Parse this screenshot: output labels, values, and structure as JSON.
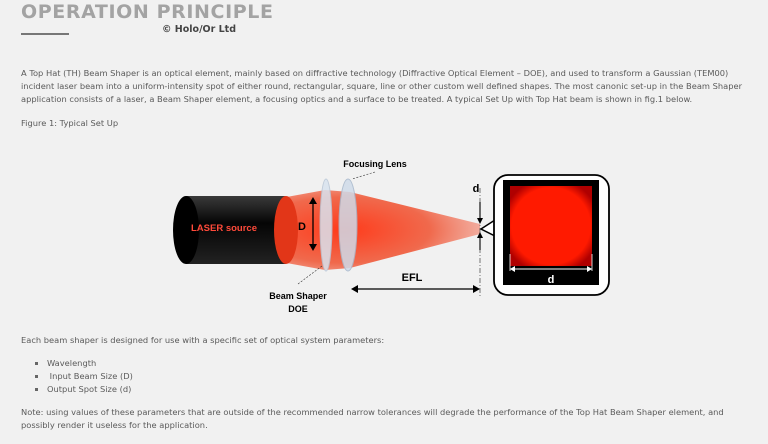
{
  "header": {
    "title": "OPERATION PRINCIPLE",
    "copyright": "© Holo/Or Ltd"
  },
  "intro": {
    "paragraph": "A Top Hat (TH) Beam Shaper is an optical element, mainly based on diffractive technology (Diffractive Optical Element – DOE), and used to transform a Gaussian (TEM00) incident laser beam into a uniform-intensity spot of either round, rectangular, square, line or other custom well defined shapes. The most canonic set-up in the Beam Shaper application consists of a laser, a Beam Shaper element, a focusing optics and a surface to be treated. A typical Set Up with Top Hat beam is shown in fig.1 below.",
    "figure_caption": "Figure 1: Typical Set Up"
  },
  "diagram": {
    "laser_label": "LASER source",
    "input_size_label": "D",
    "focusing_lens_label": "Focusing Lens",
    "beam_shaper_label_line1": "Beam Shaper",
    "beam_shaper_label_line2": "DOE",
    "efl_label": "EFL",
    "spot_label_left": "d",
    "spot_label_inset": "d",
    "colors": {
      "beam": "#e8301a",
      "laser_body": "#111111",
      "spot": "#ff1a00"
    }
  },
  "parameters": {
    "intro": "Each beam shaper is designed for use with a specific set of optical system parameters:",
    "items": [
      "Wavelength",
      " Input Beam Size (D)",
      "Output Spot Size (d)"
    ]
  },
  "note": "Note: using values of these parameters that are outside of the recommended narrow tolerances will degrade the performance of the Top Hat Beam Shaper element, and possibly render it useless for the application."
}
